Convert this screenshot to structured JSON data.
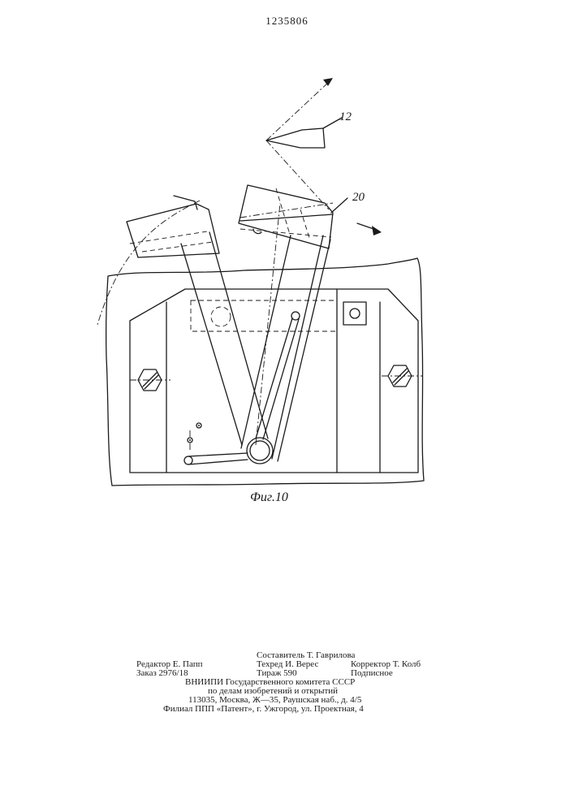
{
  "page_number": "1235806",
  "figure": {
    "caption": "Фиг.10",
    "labels": {
      "part_12": "12",
      "part_20": "20"
    }
  },
  "imprint": {
    "editor": "Редактор Е. Папп",
    "order": "Заказ 2976/18",
    "compiler": "Составитель Т. Гаврилова",
    "techred": "Техред И. Верес",
    "print_run": "Тираж 590",
    "corrector": "Корректор Т. Колб",
    "subscription": "Подписное",
    "org_line1": "ВНИИПИ Государственного комитета СССР",
    "org_line2": "по делам изобретений и открытий",
    "address": "113035, Москва, Ж—35, Раушская наб., д. 4/5",
    "branch": "Филиал ППП «Патент», г. Ужгород, ул. Проектная, 4"
  }
}
